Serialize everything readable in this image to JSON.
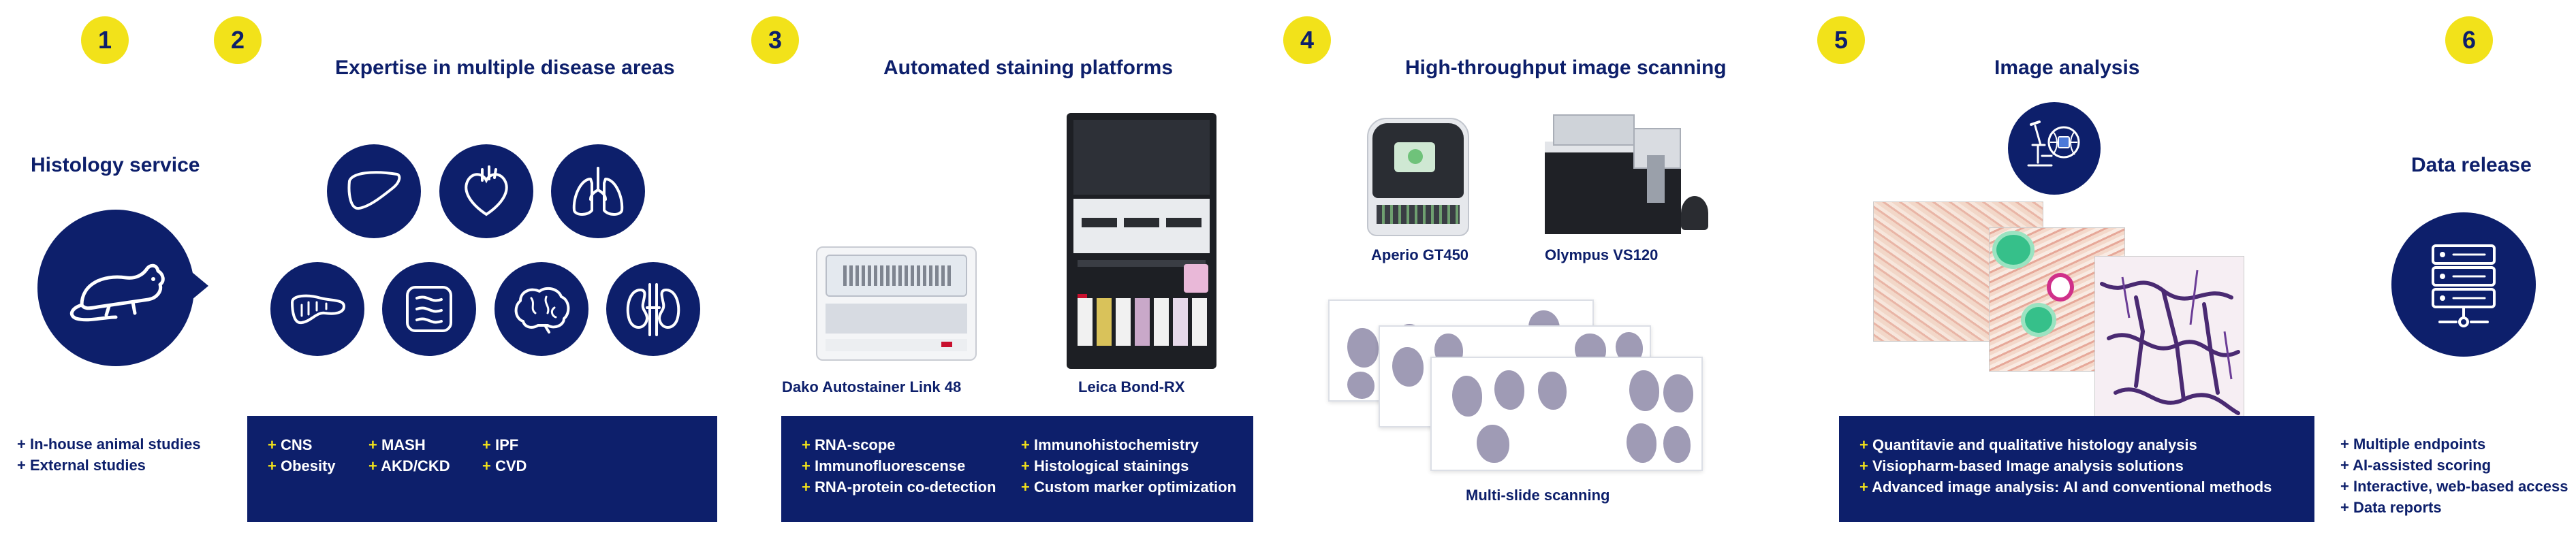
{
  "steps": [
    {
      "number": "1",
      "heading": "Histology service",
      "items": [
        "In-house animal studies",
        "External studies"
      ]
    },
    {
      "number": "2",
      "heading": "Expertise in multiple disease areas",
      "items": [
        "CNS",
        "Obesity",
        "MASH",
        "AKD/CKD",
        "IPF",
        "CVD"
      ]
    },
    {
      "number": "3",
      "heading": "Automated staining platforms",
      "items": [
        "RNA-scope",
        "Immunofluorescense",
        "RNA-protein co-detection",
        "Immunohistochemistry",
        "Histological stainings",
        "Custom marker optimization"
      ],
      "captions": [
        "Dako Autostainer Link 48",
        "Leica Bond-RX"
      ]
    },
    {
      "number": "4",
      "heading": "High-throughput image scanning",
      "captions": [
        "Aperio GT450",
        "Olympus VS120",
        "Multi-slide scanning"
      ]
    },
    {
      "number": "5",
      "heading": "Image analysis",
      "items": [
        "Quantitavie and qualitative histology analysis",
        "Visiopharm-based Image analysis solutions",
        "Advanced image analysis: AI and conventional methods"
      ]
    },
    {
      "number": "6",
      "heading": "Data release",
      "items": [
        "Multiple endpoints",
        "AI-assisted scoring",
        "Interactive, web-based access",
        "Data reports"
      ]
    }
  ],
  "icons": {
    "step1": "mouse-icon",
    "step2": [
      "liver-icon",
      "heart-icon",
      "lungs-icon",
      "pancreas-icon",
      "intestine-icon",
      "brain-icon",
      "kidney-icon"
    ],
    "step5": "microscope-ai-icon",
    "step6": "server-icon"
  },
  "colors": {
    "navy": "#0d1f6b",
    "yellow": "#f2e21a"
  }
}
